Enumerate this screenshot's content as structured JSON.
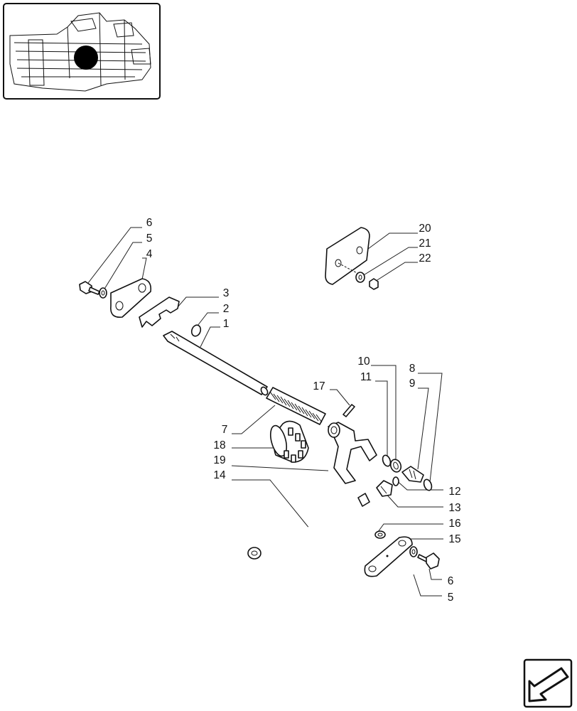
{
  "diagram": {
    "callouts": [
      {
        "id": "6a",
        "text": "6"
      },
      {
        "id": "5a",
        "text": "5"
      },
      {
        "id": "4",
        "text": "4"
      },
      {
        "id": "3",
        "text": "3"
      },
      {
        "id": "2",
        "text": "2"
      },
      {
        "id": "1",
        "text": "1"
      },
      {
        "id": "20",
        "text": "20"
      },
      {
        "id": "21",
        "text": "21"
      },
      {
        "id": "22",
        "text": "22"
      },
      {
        "id": "17",
        "text": "17"
      },
      {
        "id": "10",
        "text": "10"
      },
      {
        "id": "11",
        "text": "11"
      },
      {
        "id": "8",
        "text": "8"
      },
      {
        "id": "9",
        "text": "9"
      },
      {
        "id": "7",
        "text": "7"
      },
      {
        "id": "18",
        "text": "18"
      },
      {
        "id": "19",
        "text": "19"
      },
      {
        "id": "14",
        "text": "14"
      },
      {
        "id": "12",
        "text": "12"
      },
      {
        "id": "13",
        "text": "13"
      },
      {
        "id": "16",
        "text": "16"
      },
      {
        "id": "15",
        "text": "15"
      },
      {
        "id": "6b",
        "text": "6"
      },
      {
        "id": "5b",
        "text": "5"
      }
    ],
    "icons": {
      "locator": "transmission-locator-thumbnail-icon",
      "nav": "previous-page-arrow-icon"
    }
  }
}
